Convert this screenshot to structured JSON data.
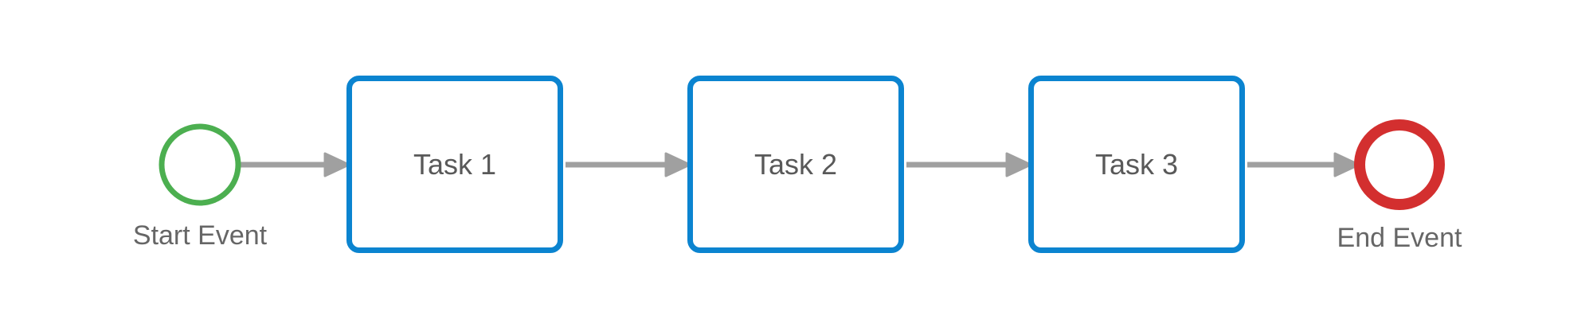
{
  "diagram": {
    "start_event": {
      "label": "Start Event",
      "color": "#4caf50"
    },
    "tasks": [
      {
        "label": "Task 1"
      },
      {
        "label": "Task 2"
      },
      {
        "label": "Task 3"
      }
    ],
    "end_event": {
      "label": "End Event",
      "color": "#d32f2f"
    },
    "colors": {
      "task_border": "#0b84d0",
      "connector": "#a0a0a0",
      "text": "#666666"
    }
  }
}
